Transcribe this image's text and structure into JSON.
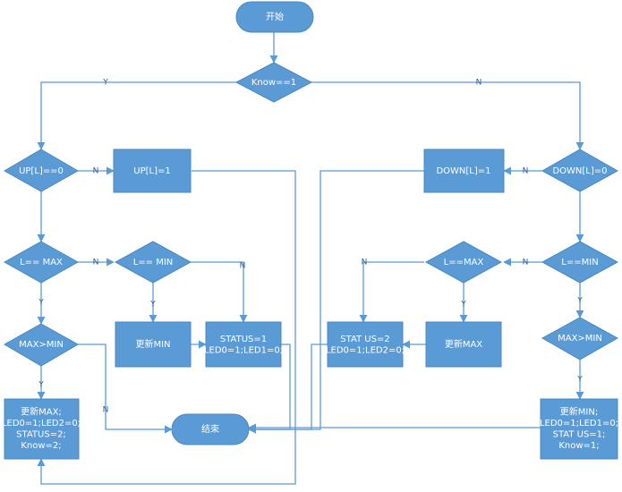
{
  "nodes": {
    "start": {
      "lines": [
        "开始"
      ]
    },
    "know_check": {
      "lines": [
        "Know==1"
      ]
    },
    "up_check": {
      "lines": [
        "UP[L]==0"
      ]
    },
    "up_set": {
      "lines": [
        "UP[L]=1"
      ]
    },
    "down_set": {
      "lines": [
        "DOWN[L]=1"
      ]
    },
    "down_check": {
      "lines": [
        "DOWN[L]=0"
      ]
    },
    "l_max_left": {
      "lines": [
        "L== MAX"
      ]
    },
    "l_min_left": {
      "lines": [
        "L== MIN"
      ]
    },
    "l_max_right": {
      "lines": [
        "L==MAX"
      ]
    },
    "l_min_right": {
      "lines": [
        "L==MIN"
      ]
    },
    "max_gt_min_left": {
      "lines": [
        "MAX>MIN"
      ]
    },
    "max_gt_min_right": {
      "lines": [
        "MAX>MIN"
      ]
    },
    "update_min_left": {
      "lines": [
        "更新MIN"
      ]
    },
    "status1_box": {
      "lines": [
        "STATUS=1",
        "LED0=1;LED1=0;"
      ]
    },
    "status2_box": {
      "lines": [
        "STAT US=2",
        "LED0=1;LED2=0;"
      ]
    },
    "update_max_right": {
      "lines": [
        "更新MAX"
      ]
    },
    "update_max_left_final": {
      "lines": [
        "更新MAX;",
        "LED0=1;LED2=0;",
        "STATUS=2;",
        "Know=2;"
      ]
    },
    "update_min_right_final": {
      "lines": [
        "更新MIN;",
        "LED0=1;LED1=0;",
        "STAT US=1;",
        "Know=1;"
      ]
    },
    "end": {
      "lines": [
        "结束"
      ]
    }
  },
  "edge_labels": {
    "y_know": "Y",
    "n_know": "N",
    "n_up": "N",
    "n_down": "N",
    "y_lmax_left": "Y",
    "n_lmax_left": "N",
    "n_lmin_left": "N",
    "y_lmin_left": "Y",
    "y_maxmin_left": "Y",
    "n_maxmin_left": "N",
    "y_lmin_right": "Y",
    "n_lmin_right": "N",
    "n_lmax_right": "N",
    "y_lmax_right": "Y",
    "y_maxmin_right": "Y"
  }
}
